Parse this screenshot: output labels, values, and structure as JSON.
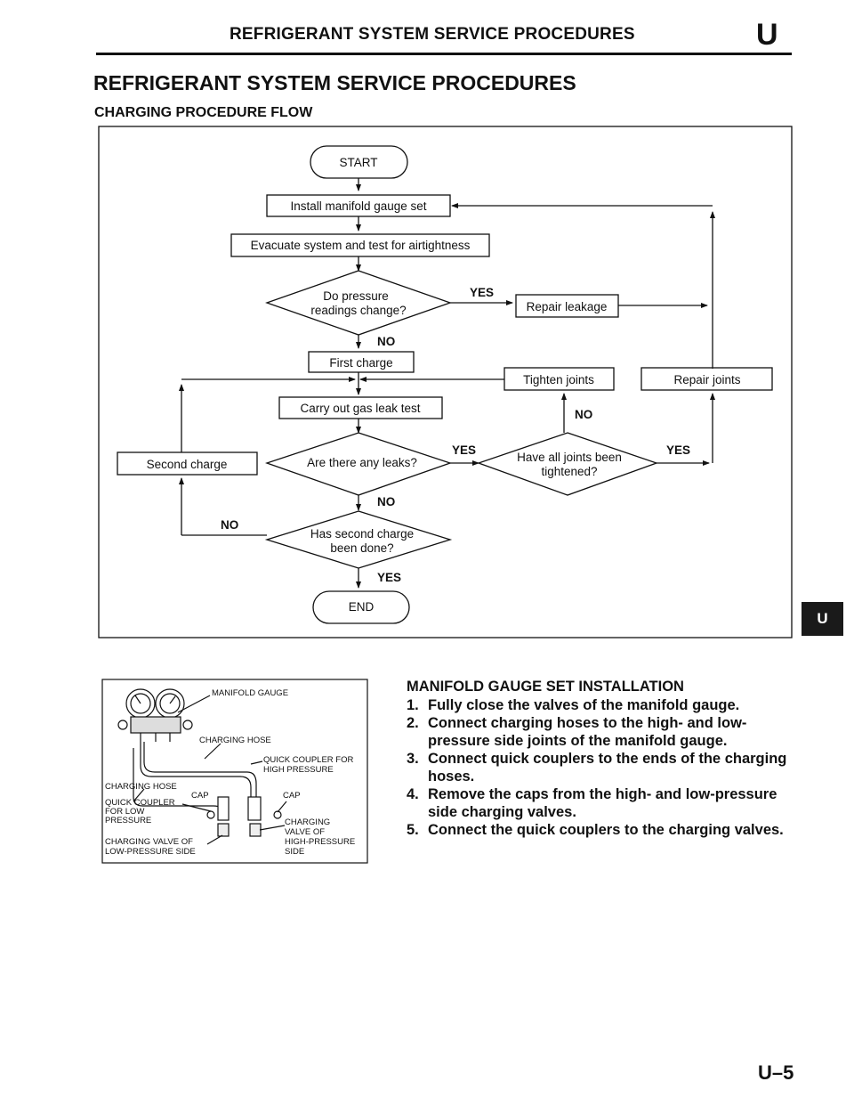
{
  "header": {
    "title": "REFRIGERANT SYSTEM SERVICE PROCEDURES",
    "section_letter": "U"
  },
  "page_title": "REFRIGERANT SYSTEM SERVICE PROCEDURES",
  "flow_title": "CHARGING PROCEDURE FLOW",
  "flowchart": {
    "start": "START",
    "install": "Install manifold gauge set",
    "evacuate": "Evacuate system and test for airtightness",
    "pressure_q1": "Do pressure",
    "pressure_q2": "readings change?",
    "yes1": "YES",
    "repair_leakage": "Repair leakage",
    "no1": "NO",
    "first_charge": "First charge",
    "tighten_joints": "Tighten joints",
    "repair_joints": "Repair joints",
    "carry_out": "Carry out gas leak test",
    "no2": "NO",
    "second_charge": "Second charge",
    "leaks_q": "Are there any leaks?",
    "yes2": "YES",
    "joints_q1": "Have all joints been",
    "joints_q2": "tightened?",
    "yes3": "YES",
    "no3": "NO",
    "no4": "NO",
    "done_q1": "Has second charge",
    "done_q2": "been done?",
    "yes4": "YES",
    "end": "END"
  },
  "figure": {
    "manifold_gauge": "MANIFOLD GAUGE",
    "charging_hose_top": "CHARGING HOSE",
    "qc_high_1": "QUICK COUPLER FOR",
    "qc_high_2": "HIGH PRESSURE",
    "charging_hose_left": "CHARGING HOSE",
    "cap_left": "CAP",
    "cap_right": "CAP",
    "qc_low_1": "QUICK COUPLER",
    "qc_low_2": "FOR LOW",
    "qc_low_3": "PRESSURE",
    "cv_low_1": "CHARGING VALVE OF",
    "cv_low_2": "LOW-PRESSURE SIDE",
    "cv_high_1": "CHARGING",
    "cv_high_2": "VALVE OF",
    "cv_high_3": "HIGH-PRESSURE",
    "cv_high_4": "SIDE"
  },
  "installation": {
    "heading": "MANIFOLD GAUGE SET INSTALLATION",
    "steps": [
      {
        "num": "1.",
        "text": "Fully close the valves of the manifold gauge."
      },
      {
        "num": "2.",
        "text": "Connect charging hoses to the high- and low-pressure side joints of the manifold gauge."
      },
      {
        "num": "3.",
        "text": "Connect quick couplers to the ends of the charging hoses."
      },
      {
        "num": "4.",
        "text": "Remove the caps from the high- and low-pressure side charging valves."
      },
      {
        "num": "5.",
        "text": "Connect the quick couplers to the charging valves."
      }
    ]
  },
  "tab_letter": "U",
  "page_number": "U–5"
}
